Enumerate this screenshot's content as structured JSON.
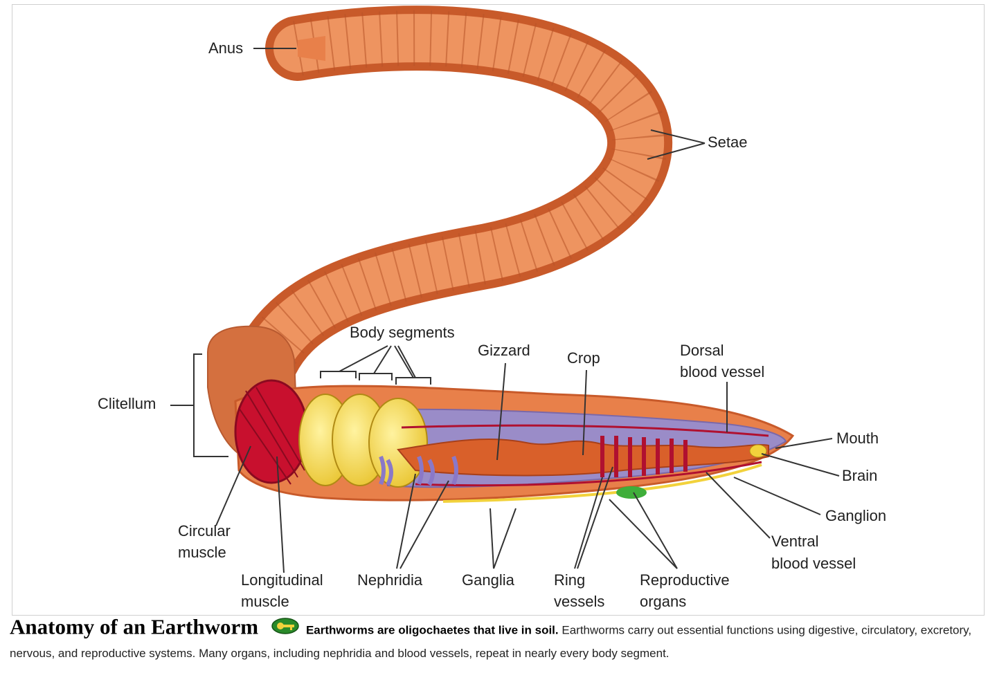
{
  "diagram": {
    "labels": {
      "anus": "Anus",
      "setae": "Setae",
      "body_segments": "Body segments",
      "gizzard": "Gizzard",
      "crop": "Crop",
      "dorsal_blood_vessel_l1": "Dorsal",
      "dorsal_blood_vessel_l2": "blood vessel",
      "clitellum": "Clitellum",
      "mouth": "Mouth",
      "brain": "Brain",
      "ganglion": "Ganglion",
      "ventral_blood_vessel_l1": "Ventral",
      "ventral_blood_vessel_l2": "blood vessel",
      "circular_muscle_l1": "Circular",
      "circular_muscle_l2": "muscle",
      "longitudinal_muscle_l1": "Longitudinal",
      "longitudinal_muscle_l2": "muscle",
      "nephridia": "Nephridia",
      "ganglia": "Ganglia",
      "ring_vessels_l1": "Ring",
      "ring_vessels_l2": "vessels",
      "reproductive_organs_l1": "Reproductive",
      "reproductive_organs_l2": "organs"
    },
    "colors": {
      "body": "#e8804a",
      "body_dark": "#c85a2a",
      "clitellum": "#d4703f",
      "circular_muscle": "#c8102e",
      "segment_disc": "#f2d23c",
      "interior": "#9a8cc8",
      "gut": "#d9602a",
      "vessel": "#b01030",
      "reproductive": "#3fae3a",
      "label_line": "#333333"
    }
  },
  "caption": {
    "title": "Anatomy of an Earthworm",
    "icon": "key-icon",
    "lead": "Earthworms are oligochaetes that live in soil.",
    "body": " Earthworms carry out essential functions using digestive, circulatory, excretory, nervous, and reproductive systems. Many organs, including nephridia and blood vessels, repeat in nearly every body segment."
  }
}
